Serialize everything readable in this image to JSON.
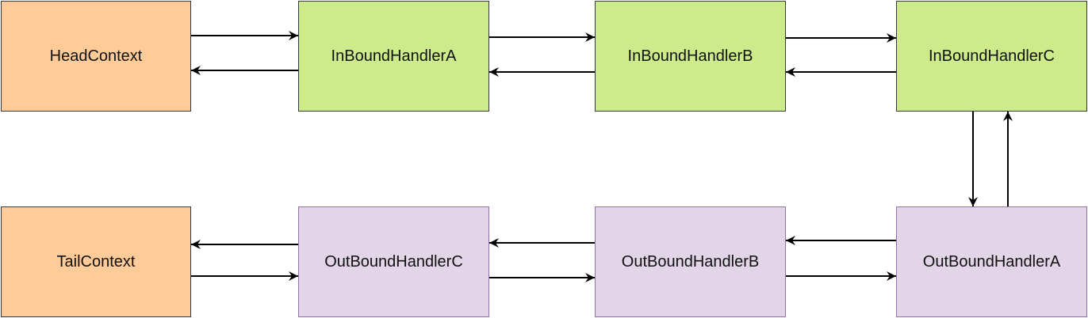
{
  "diagram": {
    "nodes": {
      "head_context": {
        "label": "HeadContext",
        "color": "#ffcc99"
      },
      "inbound_a": {
        "label": "InBoundHandlerA",
        "color": "#cdeb8b"
      },
      "inbound_b": {
        "label": "InBoundHandlerB",
        "color": "#cdeb8b"
      },
      "inbound_c": {
        "label": "InBoundHandlerC",
        "color": "#cdeb8b"
      },
      "tail_context": {
        "label": "TailContext",
        "color": "#ffcc99"
      },
      "outbound_c": {
        "label": "OutBoundHandlerC",
        "color": "#e1d5e7"
      },
      "outbound_b": {
        "label": "OutBoundHandlerB",
        "color": "#e1d5e7"
      },
      "outbound_a": {
        "label": "OutBoundHandlerA",
        "color": "#e1d5e7"
      }
    },
    "edges": [
      {
        "from": "head_context",
        "to": "inbound_a"
      },
      {
        "from": "inbound_a",
        "to": "head_context"
      },
      {
        "from": "inbound_a",
        "to": "inbound_b"
      },
      {
        "from": "inbound_b",
        "to": "inbound_a"
      },
      {
        "from": "inbound_b",
        "to": "inbound_c"
      },
      {
        "from": "inbound_c",
        "to": "inbound_b"
      },
      {
        "from": "inbound_c",
        "to": "outbound_a"
      },
      {
        "from": "outbound_a",
        "to": "inbound_c"
      },
      {
        "from": "outbound_a",
        "to": "outbound_b"
      },
      {
        "from": "outbound_b",
        "to": "outbound_a"
      },
      {
        "from": "outbound_b",
        "to": "outbound_c"
      },
      {
        "from": "outbound_c",
        "to": "outbound_b"
      },
      {
        "from": "outbound_c",
        "to": "tail_context"
      },
      {
        "from": "tail_context",
        "to": "outbound_c"
      }
    ]
  }
}
